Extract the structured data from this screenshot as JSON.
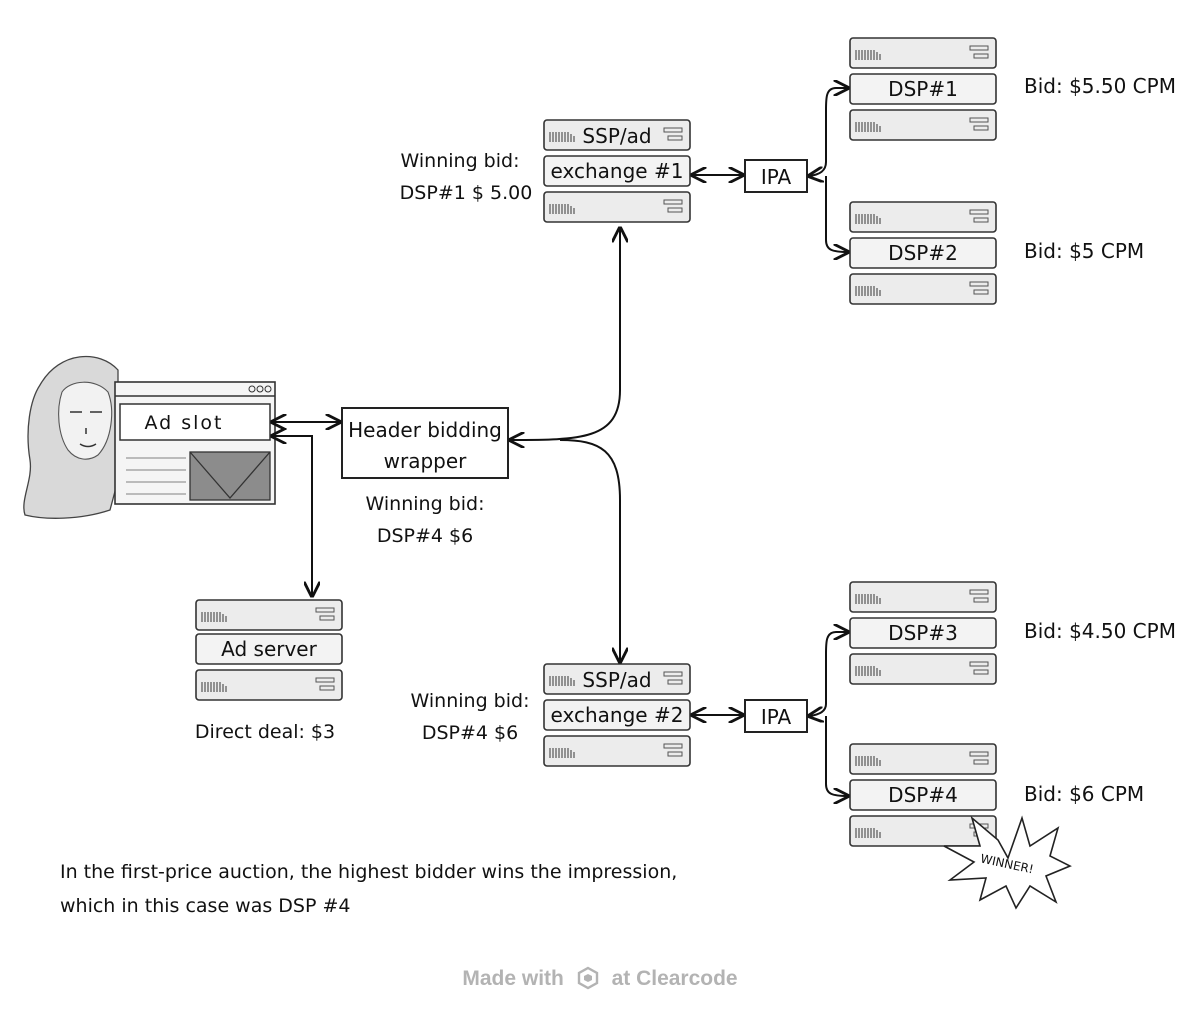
{
  "user": {
    "ad_slot_label": "Ad slot"
  },
  "wrapper": {
    "label_line1": "Header bidding",
    "label_line2": "wrapper",
    "winning_line1": "Winning bid:",
    "winning_line2": "DSP#4 $6"
  },
  "ssp1": {
    "label_line1": "SSP/ad",
    "label_line2": "exchange #1",
    "winning_line1": "Winning bid:",
    "winning_line2": "DSP#1 $ 5.00"
  },
  "ssp2": {
    "label_line1": "SSP/ad",
    "label_line2": "exchange #2",
    "winning_line1": "Winning bid:",
    "winning_line2": "DSP#4 $6"
  },
  "ipa": {
    "label": "IPA"
  },
  "dsp1": {
    "label": "DSP#1",
    "bid": "Bid: $5.50 CPM"
  },
  "dsp2": {
    "label": "DSP#2",
    "bid": "Bid: $5 CPM"
  },
  "dsp3": {
    "label": "DSP#3",
    "bid": "Bid: $4.50 CPM"
  },
  "dsp4": {
    "label": "DSP#4",
    "bid": "Bid: $6 CPM",
    "badge": "WINNER!"
  },
  "ad_server": {
    "label": "Ad server",
    "deal": "Direct deal: $3"
  },
  "caption": {
    "line1": "In the first-price auction, the highest bidder wins the impression,",
    "line2": "which in this case was DSP #4"
  },
  "footer": {
    "prefix": "Made with",
    "suffix": "at Clearcode"
  },
  "icons": {
    "footer_logo": "clearcode-logo-icon"
  },
  "colors": {
    "server_fill": "#ededed",
    "server_stroke": "#333333",
    "footer_text": "#b3b3b3"
  }
}
